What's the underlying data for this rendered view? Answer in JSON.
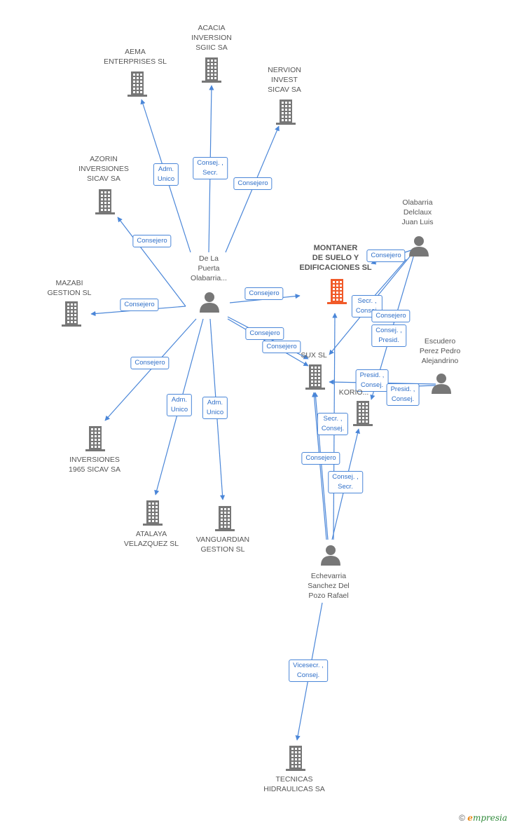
{
  "colors": {
    "edge": "#4a86d8",
    "node": "#777777",
    "main_node": "#f15a29",
    "label_border": "#4a86d8"
  },
  "nodes": [
    {
      "id": "aema",
      "kind": "company",
      "label": "AEMA\nENTERPRISES SL",
      "icon": "building-icon"
    },
    {
      "id": "acacia",
      "kind": "company",
      "label": "ACACIA\nINVERSION\nSGIIC SA",
      "icon": "building-icon"
    },
    {
      "id": "nervion",
      "kind": "company",
      "label": "NERVION\nINVEST\nSICAV SA",
      "icon": "building-icon"
    },
    {
      "id": "azorin",
      "kind": "company",
      "label": "AZORIN\nINVERSIONES\nSICAV SA",
      "icon": "building-icon"
    },
    {
      "id": "mazabi",
      "kind": "company",
      "label": "MAZABI\nGESTION SL",
      "icon": "building-icon"
    },
    {
      "id": "delapuerta",
      "kind": "person",
      "label": "De La\nPuerta\nOlabarria...",
      "icon": "person-icon"
    },
    {
      "id": "montaner",
      "kind": "main",
      "label": "MONTANER\nDE SUELO Y\nEDIFICACIONES SL",
      "icon": "building-icon"
    },
    {
      "id": "olabarria",
      "kind": "person",
      "label": "Olabarria\nDelclaux\nJuan Luis",
      "icon": "person-icon"
    },
    {
      "id": "sux",
      "kind": "company",
      "label": "SUX SL",
      "icon": "building-icon"
    },
    {
      "id": "korio",
      "kind": "company",
      "label": "KORIO...",
      "icon": "building-icon"
    },
    {
      "id": "escudero",
      "kind": "person",
      "label": "Escudero\nPerez Pedro\nAlejandrino",
      "icon": "person-icon"
    },
    {
      "id": "inv1965",
      "kind": "company",
      "label": "INVERSIONES\n1965 SICAV SA",
      "icon": "building-icon"
    },
    {
      "id": "atalaya",
      "kind": "company",
      "label": "ATALAYA\nVELAZQUEZ  SL",
      "icon": "building-icon"
    },
    {
      "id": "vanguardian",
      "kind": "company",
      "label": "VANGUARDIAN\nGESTION SL",
      "icon": "building-icon"
    },
    {
      "id": "echevarria",
      "kind": "person",
      "label": "Echevarria\nSanchez Del\nPozo Rafael",
      "icon": "person-icon"
    },
    {
      "id": "tecnicas",
      "kind": "company",
      "label": "TECNICAS\nHIDRAULICAS SA",
      "icon": "building-icon"
    }
  ],
  "edges": [
    {
      "from": "delapuerta",
      "to": "aema",
      "label": "Adm.\nUnico"
    },
    {
      "from": "delapuerta",
      "to": "acacia",
      "label": "Consej. ,\nSecr."
    },
    {
      "from": "delapuerta",
      "to": "nervion",
      "label": "Consejero"
    },
    {
      "from": "delapuerta",
      "to": "azorin",
      "label": "Consejero"
    },
    {
      "from": "delapuerta",
      "to": "mazabi",
      "label": "Consejero"
    },
    {
      "from": "delapuerta",
      "to": "montaner",
      "label": "Consejero"
    },
    {
      "from": "delapuerta",
      "to": "inv1965",
      "label": "Consejero"
    },
    {
      "from": "delapuerta",
      "to": "atalaya",
      "label": "Adm.\nUnico"
    },
    {
      "from": "delapuerta",
      "to": "vanguardian",
      "label": "Adm.\nUnico"
    },
    {
      "from": "delapuerta",
      "to": "sux",
      "label": "Consejero"
    },
    {
      "from": "delapuerta",
      "to": "sux",
      "label": "Consejero"
    },
    {
      "from": "olabarria",
      "to": "montaner",
      "label": "Consejero"
    },
    {
      "from": "olabarria",
      "to": "sux",
      "label": "Secr. ,\nConsej."
    },
    {
      "from": "olabarria",
      "to": "sux",
      "label": "Consejero"
    },
    {
      "from": "olabarria",
      "to": "korio",
      "label": "Consej. ,\nPresid."
    },
    {
      "from": "escudero",
      "to": "sux",
      "label": "Presid. ,\nConsej."
    },
    {
      "from": "escudero",
      "to": "korio",
      "label": "Presid. ,\nConsej."
    },
    {
      "from": "echevarria",
      "to": "sux",
      "label": "Secr. ,\nConsej."
    },
    {
      "from": "echevarria",
      "to": "sux",
      "label": "Consejero"
    },
    {
      "from": "echevarria",
      "to": "korio",
      "label": "Consej. ,\nSecr."
    },
    {
      "from": "echevarria",
      "to": "montaner",
      "label": ""
    },
    {
      "from": "echevarria",
      "to": "tecnicas",
      "label": "Vicesecr. ,\nConsej."
    }
  ],
  "footer": {
    "copyright": "©",
    "brand_e": "e",
    "brand_rest": "mpresia"
  }
}
